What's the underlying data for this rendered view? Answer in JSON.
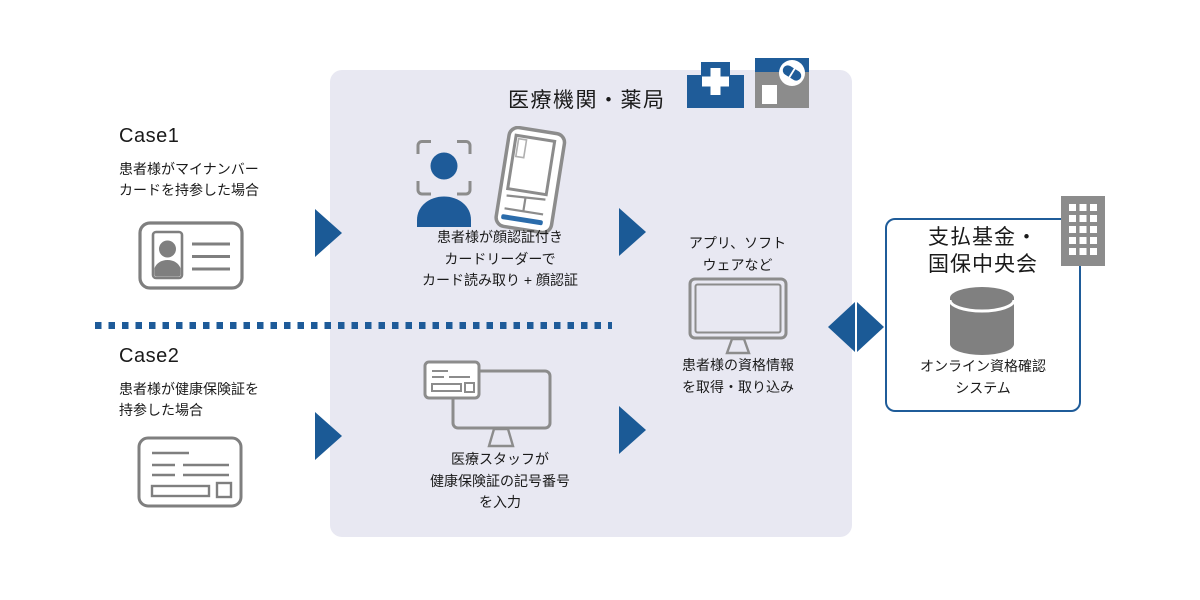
{
  "cases": [
    {
      "title": "Case1",
      "line1": "患者様がマイナンバー",
      "line2": "カードを持参した場合",
      "icon": "mynumber-card-icon"
    },
    {
      "title": "Case2",
      "line1": "患者様が健康保険証を",
      "line2": "持参した場合",
      "icon": "health-insurance-card-icon"
    }
  ],
  "medical_box": {
    "title": "医療機関・薬局",
    "icons": [
      "hospital-icon",
      "pharmacy-icon"
    ],
    "face_reader_caption": {
      "line1": "患者様が顔認証付き",
      "line2": "カードリーダーで",
      "line3": "カード読み取り + 顔認証"
    },
    "staff_input_caption": {
      "line1": "医療スタッフが",
      "line2": "健康保険証の記号番号",
      "line3": "を入力"
    },
    "app_caption": {
      "line1": "アプリ、ソフト",
      "line2": "ウェアなど"
    },
    "acquire_caption": {
      "line1": "患者様の資格情報",
      "line2": "を取得・取り込み"
    }
  },
  "payer_box": {
    "title_line1": "支払基金・",
    "title_line2": "国保中央会",
    "system_line1": "オンライン資格確認",
    "system_line2": "システム"
  },
  "colors": {
    "accent_blue": "#1b5a96",
    "border_blue": "#1f5c99",
    "panel_lavender": "#e8e8f2",
    "icon_gray": "#8c8c8c"
  }
}
